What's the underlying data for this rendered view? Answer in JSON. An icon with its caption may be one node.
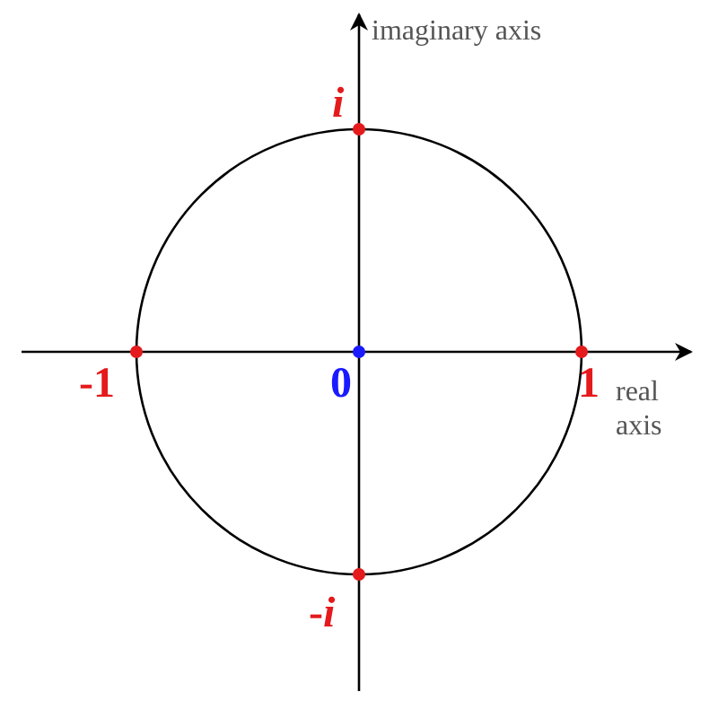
{
  "diagram": {
    "labels": [
      "imaginary axis",
      "i",
      "-1",
      "0",
      "1",
      "real axis",
      "-*i*"
    ]
  }
}
